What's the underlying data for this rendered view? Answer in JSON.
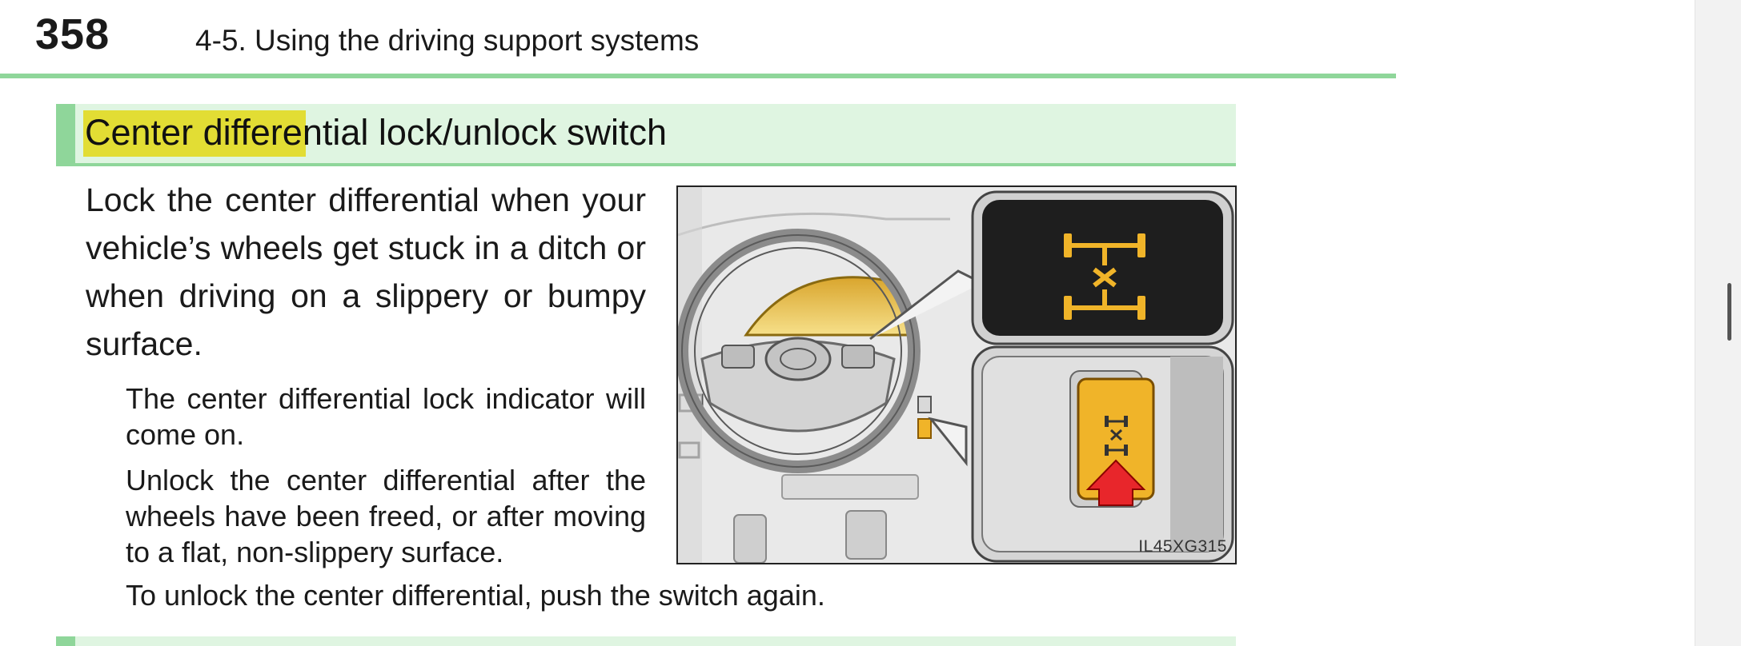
{
  "header": {
    "page_number": "358",
    "chapter_title": "4-5. Using the driving support systems"
  },
  "section": {
    "title": "Center differential lock/unlock switch",
    "body": "Lock the center differential when your vehicle’s wheels get stuck in a ditch or when driving on a slippery or bumpy surface.",
    "subitems": [
      "The center differential lock indicator will come on.",
      "Unlock the center differential after the wheels have been freed, or after moving to a flat, non-slippery surface.",
      "To unlock the center differential, push the switch again."
    ]
  },
  "figure": {
    "code": "IL45XG315",
    "icons": [
      "steering-wheel-icon",
      "diff-lock-indicator-icon",
      "diff-lock-switch-icon",
      "press-arrow-icon"
    ]
  },
  "colors": {
    "accent_green": "#8fd69a",
    "section_bg": "#dff5e1",
    "search_highlight": "#e2dd34",
    "indicator_amber": "#f0b429",
    "arrow_red": "#e8262b"
  }
}
